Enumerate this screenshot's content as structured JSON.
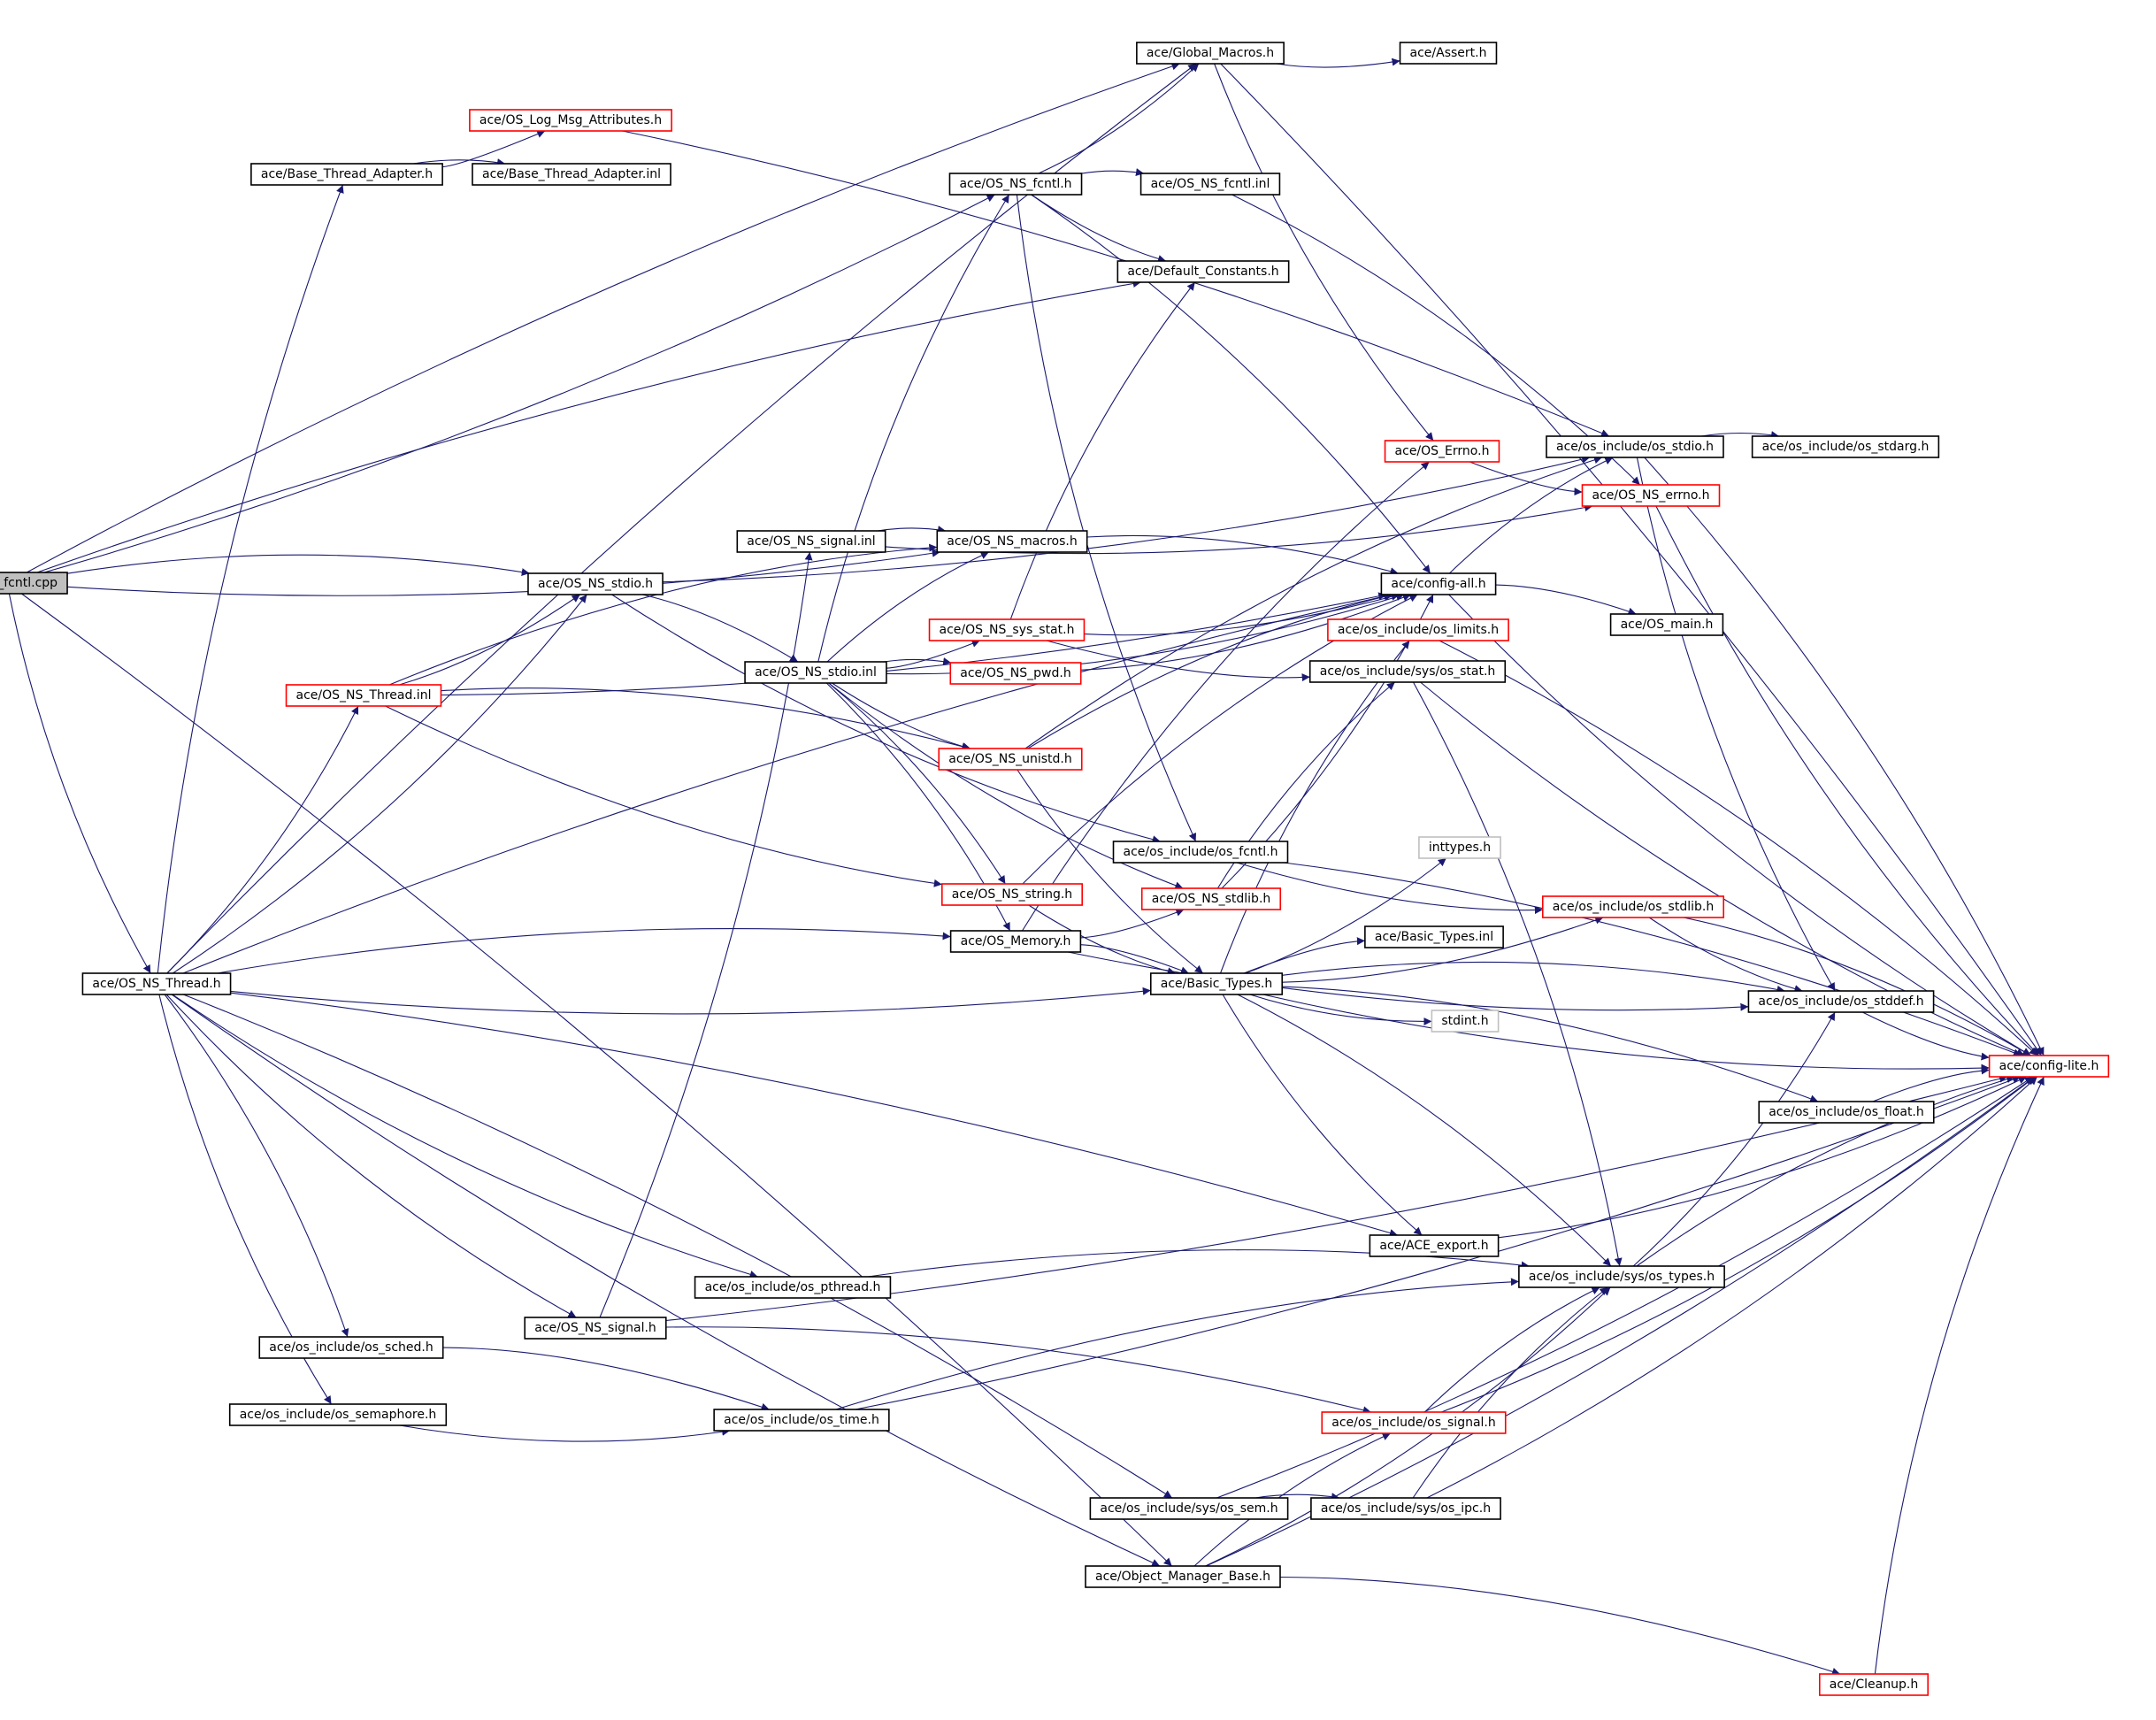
{
  "colors": {
    "edge": "#191970",
    "root_fill": "#bfbfbf",
    "node_border": "#000000",
    "truncated_border": "#ff0000",
    "external_border": "#bfbfbf",
    "node_fill": "#ffffff"
  },
  "nodes": [
    {
      "id": "root",
      "label": "OS_NS_fcntl.cpp",
      "kind": "root"
    },
    {
      "id": "global_macros",
      "label": "ace/Global_Macros.h",
      "kind": "normal"
    },
    {
      "id": "assert",
      "label": "ace/Assert.h",
      "kind": "normal"
    },
    {
      "id": "log_msg",
      "label": "ace/OS_Log_Msg_Attributes.h",
      "kind": "truncated"
    },
    {
      "id": "bta_h",
      "label": "ace/Base_Thread_Adapter.h",
      "kind": "normal"
    },
    {
      "id": "bta_inl",
      "label": "ace/Base_Thread_Adapter.inl",
      "kind": "normal"
    },
    {
      "id": "fcntl_h",
      "label": "ace/OS_NS_fcntl.h",
      "kind": "normal"
    },
    {
      "id": "fcntl_inl",
      "label": "ace/OS_NS_fcntl.inl",
      "kind": "normal"
    },
    {
      "id": "default_const",
      "label": "ace/Default_Constants.h",
      "kind": "normal"
    },
    {
      "id": "os_errno",
      "label": "ace/OS_Errno.h",
      "kind": "truncated"
    },
    {
      "id": "os_stdio",
      "label": "ace/os_include/os_stdio.h",
      "kind": "normal"
    },
    {
      "id": "os_stdarg",
      "label": "ace/os_include/os_stdarg.h",
      "kind": "normal"
    },
    {
      "id": "ns_errno",
      "label": "ace/OS_NS_errno.h",
      "kind": "truncated"
    },
    {
      "id": "signal_inl",
      "label": "ace/OS_NS_signal.inl",
      "kind": "normal"
    },
    {
      "id": "macros",
      "label": "ace/OS_NS_macros.h",
      "kind": "normal"
    },
    {
      "id": "stdio_h",
      "label": "ace/OS_NS_stdio.h",
      "kind": "normal"
    },
    {
      "id": "config_all",
      "label": "ace/config-all.h",
      "kind": "normal"
    },
    {
      "id": "os_main",
      "label": "ace/OS_main.h",
      "kind": "normal"
    },
    {
      "id": "sys_stat_ns",
      "label": "ace/OS_NS_sys_stat.h",
      "kind": "truncated"
    },
    {
      "id": "os_limits",
      "label": "ace/os_include/os_limits.h",
      "kind": "truncated"
    },
    {
      "id": "stdio_inl",
      "label": "ace/OS_NS_stdio.inl",
      "kind": "normal"
    },
    {
      "id": "pwd",
      "label": "ace/OS_NS_pwd.h",
      "kind": "truncated"
    },
    {
      "id": "sys_os_stat",
      "label": "ace/os_include/sys/os_stat.h",
      "kind": "normal"
    },
    {
      "id": "thread_inl",
      "label": "ace/OS_NS_Thread.inl",
      "kind": "truncated"
    },
    {
      "id": "unistd",
      "label": "ace/OS_NS_unistd.h",
      "kind": "truncated"
    },
    {
      "id": "os_fcntl",
      "label": "ace/os_include/os_fcntl.h",
      "kind": "normal"
    },
    {
      "id": "inttypes",
      "label": "inttypes.h",
      "kind": "external"
    },
    {
      "id": "ns_string",
      "label": "ace/OS_NS_string.h",
      "kind": "truncated"
    },
    {
      "id": "ns_stdlib",
      "label": "ace/OS_NS_stdlib.h",
      "kind": "truncated"
    },
    {
      "id": "os_stdlib",
      "label": "ace/os_include/os_stdlib.h",
      "kind": "truncated"
    },
    {
      "id": "basic_types_inl",
      "label": "ace/Basic_Types.inl",
      "kind": "normal"
    },
    {
      "id": "os_memory",
      "label": "ace/OS_Memory.h",
      "kind": "normal"
    },
    {
      "id": "thread_h",
      "label": "ace/OS_NS_Thread.h",
      "kind": "normal"
    },
    {
      "id": "basic_types",
      "label": "ace/Basic_Types.h",
      "kind": "normal"
    },
    {
      "id": "os_stddef",
      "label": "ace/os_include/os_stddef.h",
      "kind": "normal"
    },
    {
      "id": "stdint",
      "label": "stdint.h",
      "kind": "external"
    },
    {
      "id": "config_lite",
      "label": "ace/config-lite.h",
      "kind": "truncated"
    },
    {
      "id": "os_float",
      "label": "ace/os_include/os_float.h",
      "kind": "normal"
    },
    {
      "id": "ace_export",
      "label": "ace/ACE_export.h",
      "kind": "normal"
    },
    {
      "id": "os_pthread",
      "label": "ace/os_include/os_pthread.h",
      "kind": "normal"
    },
    {
      "id": "sys_types",
      "label": "ace/os_include/sys/os_types.h",
      "kind": "normal"
    },
    {
      "id": "ns_signal_h",
      "label": "ace/OS_NS_signal.h",
      "kind": "normal"
    },
    {
      "id": "os_sched",
      "label": "ace/os_include/os_sched.h",
      "kind": "normal"
    },
    {
      "id": "os_semaphore",
      "label": "ace/os_include/os_semaphore.h",
      "kind": "normal"
    },
    {
      "id": "os_time",
      "label": "ace/os_include/os_time.h",
      "kind": "normal"
    },
    {
      "id": "os_signal",
      "label": "ace/os_include/os_signal.h",
      "kind": "truncated"
    },
    {
      "id": "sys_sem",
      "label": "ace/os_include/sys/os_sem.h",
      "kind": "normal"
    },
    {
      "id": "sys_ipc",
      "label": "ace/os_include/sys/os_ipc.h",
      "kind": "normal"
    },
    {
      "id": "obj_mgr",
      "label": "ace/Object_Manager_Base.h",
      "kind": "normal"
    },
    {
      "id": "cleanup",
      "label": "ace/Cleanup.h",
      "kind": "truncated"
    }
  ],
  "edges": [
    [
      "root",
      "global_macros"
    ],
    [
      "root",
      "fcntl_h"
    ],
    [
      "root",
      "default_const"
    ],
    [
      "root",
      "macros"
    ],
    [
      "root",
      "stdio_h"
    ],
    [
      "root",
      "thread_h"
    ],
    [
      "root",
      "obj_mgr"
    ],
    [
      "global_macros",
      "assert"
    ],
    [
      "global_macros",
      "config_lite"
    ],
    [
      "global_macros",
      "os_errno"
    ],
    [
      "log_msg",
      "os_stdio"
    ],
    [
      "bta_h",
      "log_msg"
    ],
    [
      "bta_h",
      "bta_inl"
    ],
    [
      "fcntl_h",
      "global_macros"
    ],
    [
      "fcntl_h",
      "fcntl_inl"
    ],
    [
      "fcntl_h",
      "default_const"
    ],
    [
      "fcntl_h",
      "config_all"
    ],
    [
      "fcntl_h",
      "os_fcntl"
    ],
    [
      "fcntl_inl",
      "ns_errno"
    ],
    [
      "os_errno",
      "ns_errno"
    ],
    [
      "os_stdio",
      "os_stdarg"
    ],
    [
      "os_stdio",
      "os_stddef"
    ],
    [
      "os_stdio",
      "config_lite"
    ],
    [
      "ns_errno",
      "config_lite"
    ],
    [
      "signal_inl",
      "macros"
    ],
    [
      "signal_inl",
      "ns_errno"
    ],
    [
      "macros",
      "config_all"
    ],
    [
      "stdio_h",
      "os_stdio"
    ],
    [
      "stdio_h",
      "stdio_inl"
    ],
    [
      "stdio_h",
      "os_fcntl"
    ],
    [
      "config_all",
      "os_main"
    ],
    [
      "config_all",
      "config_lite"
    ],
    [
      "config_all",
      "os_stdio"
    ],
    [
      "sys_stat_ns",
      "config_all"
    ],
    [
      "sys_stat_ns",
      "default_const"
    ],
    [
      "sys_stat_ns",
      "sys_os_stat"
    ],
    [
      "stdio_inl",
      "fcntl_h"
    ],
    [
      "stdio_inl",
      "sys_stat_ns"
    ],
    [
      "stdio_inl",
      "pwd"
    ],
    [
      "stdio_inl",
      "unistd"
    ],
    [
      "stdio_inl",
      "macros"
    ],
    [
      "stdio_inl",
      "config_all"
    ],
    [
      "stdio_inl",
      "ns_string"
    ],
    [
      "stdio_inl",
      "ns_stdlib"
    ],
    [
      "stdio_inl",
      "os_memory"
    ],
    [
      "pwd",
      "config_all"
    ],
    [
      "os_limits",
      "config_lite"
    ],
    [
      "sys_os_stat",
      "config_lite"
    ],
    [
      "sys_os_stat",
      "sys_types"
    ],
    [
      "thread_inl",
      "stdio_h"
    ],
    [
      "thread_inl",
      "unistd"
    ],
    [
      "thread_inl",
      "ns_string"
    ],
    [
      "thread_inl",
      "macros"
    ],
    [
      "thread_inl",
      "config_all"
    ],
    [
      "unistd",
      "config_all"
    ],
    [
      "unistd",
      "basic_types"
    ],
    [
      "unistd",
      "os_stdio"
    ],
    [
      "os_fcntl",
      "os_stdlib"
    ],
    [
      "os_fcntl",
      "config_lite"
    ],
    [
      "ns_string",
      "basic_types"
    ],
    [
      "ns_string",
      "config_all"
    ],
    [
      "ns_stdlib",
      "config_all"
    ],
    [
      "ns_stdlib",
      "sys_os_stat"
    ],
    [
      "os_stdlib",
      "os_stddef"
    ],
    [
      "os_stdlib",
      "config_lite"
    ],
    [
      "os_memory",
      "ns_stdlib"
    ],
    [
      "os_memory",
      "basic_types"
    ],
    [
      "os_memory",
      "os_stddef"
    ],
    [
      "os_memory",
      "os_errno"
    ],
    [
      "thread_h",
      "thread_inl"
    ],
    [
      "thread_h",
      "bta_h"
    ],
    [
      "thread_h",
      "stdio_h"
    ],
    [
      "thread_h",
      "os_memory"
    ],
    [
      "thread_h",
      "basic_types"
    ],
    [
      "thread_h",
      "config_all"
    ],
    [
      "thread_h",
      "os_pthread"
    ],
    [
      "thread_h",
      "ace_export"
    ],
    [
      "thread_h",
      "ns_signal_h"
    ],
    [
      "thread_h",
      "os_sched"
    ],
    [
      "thread_h",
      "os_semaphore"
    ],
    [
      "thread_h",
      "sys_sem"
    ],
    [
      "thread_h",
      "obj_mgr"
    ],
    [
      "thread_h",
      "global_macros"
    ],
    [
      "basic_types",
      "inttypes"
    ],
    [
      "basic_types",
      "basic_types_inl"
    ],
    [
      "basic_types",
      "stdint"
    ],
    [
      "basic_types",
      "os_stddef"
    ],
    [
      "basic_types",
      "os_stdlib"
    ],
    [
      "basic_types",
      "os_limits"
    ],
    [
      "basic_types",
      "config_lite"
    ],
    [
      "basic_types",
      "os_float"
    ],
    [
      "basic_types",
      "ace_export"
    ],
    [
      "basic_types",
      "sys_types"
    ],
    [
      "os_stddef",
      "config_lite"
    ],
    [
      "os_float",
      "config_lite"
    ],
    [
      "ace_export",
      "config_lite"
    ],
    [
      "os_pthread",
      "sys_types"
    ],
    [
      "sys_types",
      "os_stddef"
    ],
    [
      "sys_types",
      "config_lite"
    ],
    [
      "ns_signal_h",
      "signal_inl"
    ],
    [
      "ns_signal_h",
      "os_signal"
    ],
    [
      "ns_signal_h",
      "config_lite"
    ],
    [
      "os_sched",
      "os_time"
    ],
    [
      "os_semaphore",
      "os_time"
    ],
    [
      "os_time",
      "sys_types"
    ],
    [
      "os_time",
      "config_lite"
    ],
    [
      "os_signal",
      "sys_types"
    ],
    [
      "os_signal",
      "config_lite"
    ],
    [
      "sys_sem",
      "sys_ipc"
    ],
    [
      "sys_sem",
      "config_lite"
    ],
    [
      "sys_ipc",
      "sys_types"
    ],
    [
      "sys_ipc",
      "config_lite"
    ],
    [
      "obj_mgr",
      "os_signal"
    ],
    [
      "obj_mgr",
      "sys_types"
    ],
    [
      "obj_mgr",
      "cleanup"
    ],
    [
      "obj_mgr",
      "config_lite"
    ],
    [
      "cleanup",
      "config_lite"
    ]
  ]
}
